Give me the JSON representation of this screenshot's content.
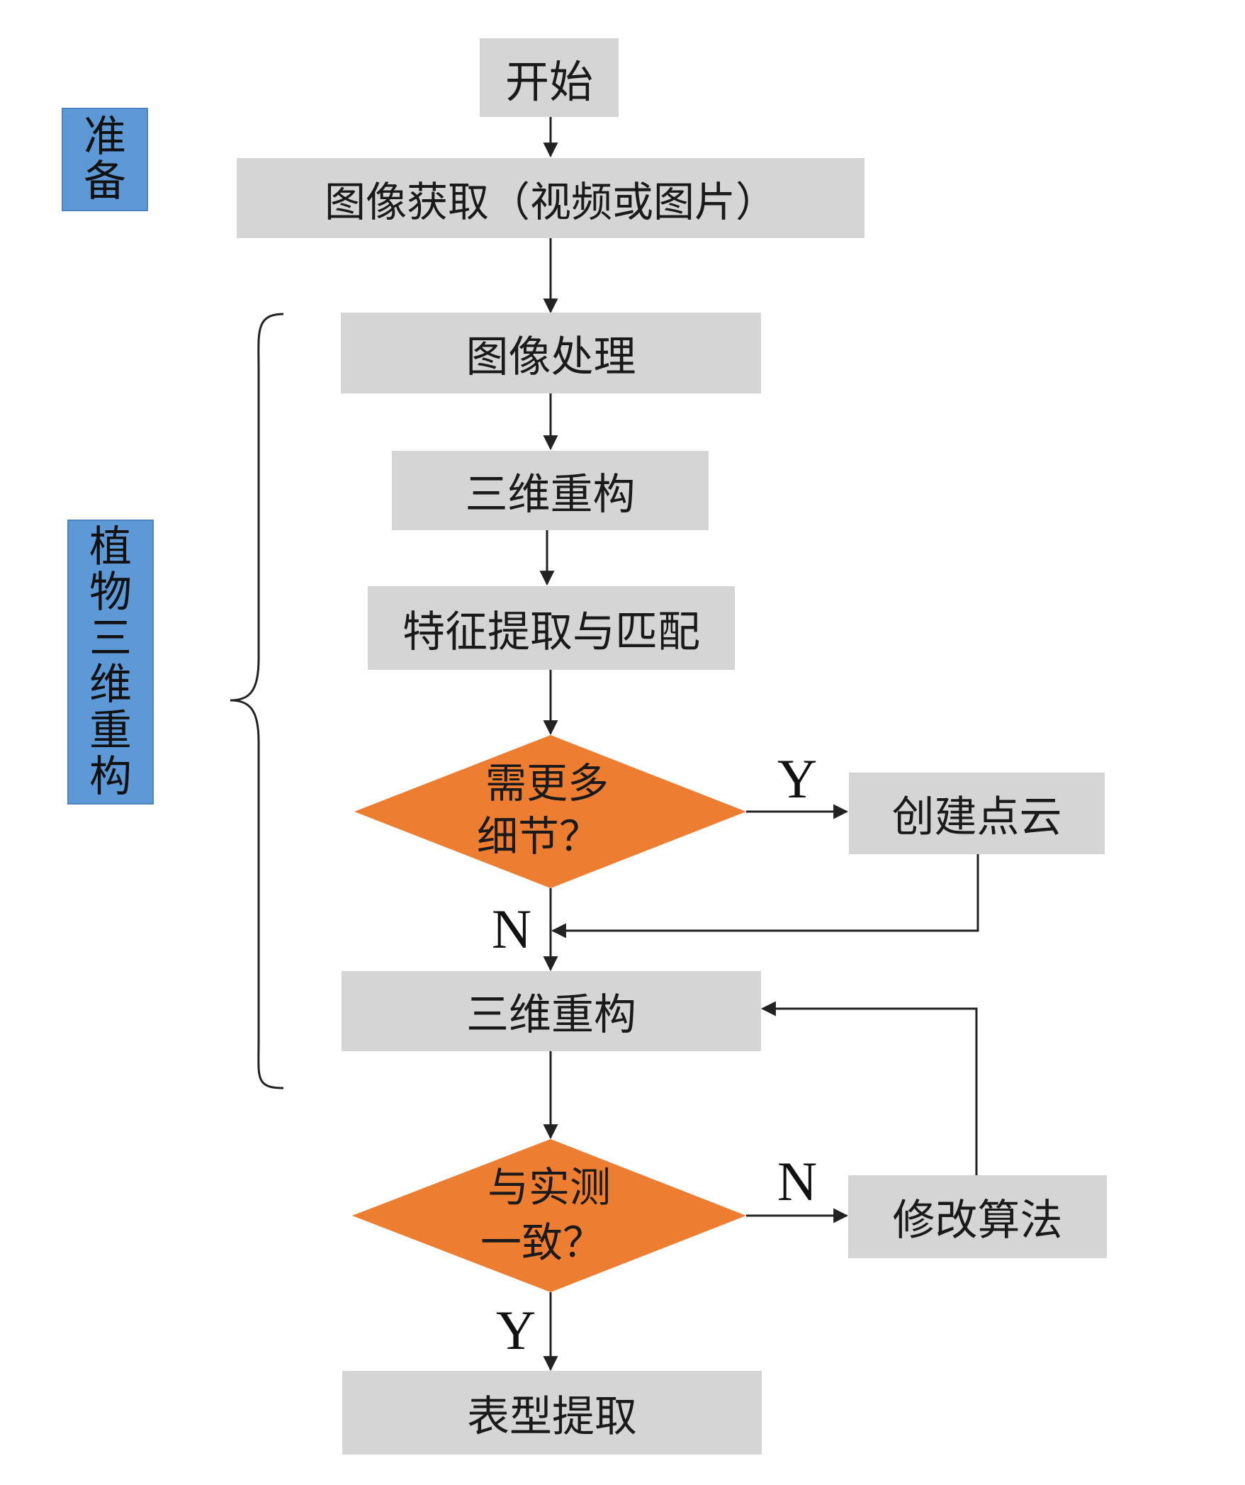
{
  "side_labels": {
    "prep": [
      "准",
      "备"
    ],
    "reconstruction": [
      "植",
      "物",
      "三",
      "维",
      "重",
      "构"
    ]
  },
  "nodes": {
    "start": "开始",
    "acquire": "图像获取（视频或图片）",
    "process": "图像处理",
    "recon1": "三维重构",
    "feature": "特征提取与匹配",
    "decision1": [
      "需更多",
      "细节？"
    ],
    "pointcloud": "创建点云",
    "recon2": "三维重构",
    "decision2": [
      "与实测",
      "一致？"
    ],
    "modify": "修改算法",
    "phenotype": "表型提取"
  },
  "edge_labels": {
    "d1_yes": "Y",
    "d1_no": "N",
    "d2_no": "N",
    "d2_yes": "Y"
  },
  "colors": {
    "box_fill": "#d5d5d5",
    "diamond_fill": "#ed7d31",
    "side_label_fill": "#5d99d6",
    "line": "#222222"
  }
}
